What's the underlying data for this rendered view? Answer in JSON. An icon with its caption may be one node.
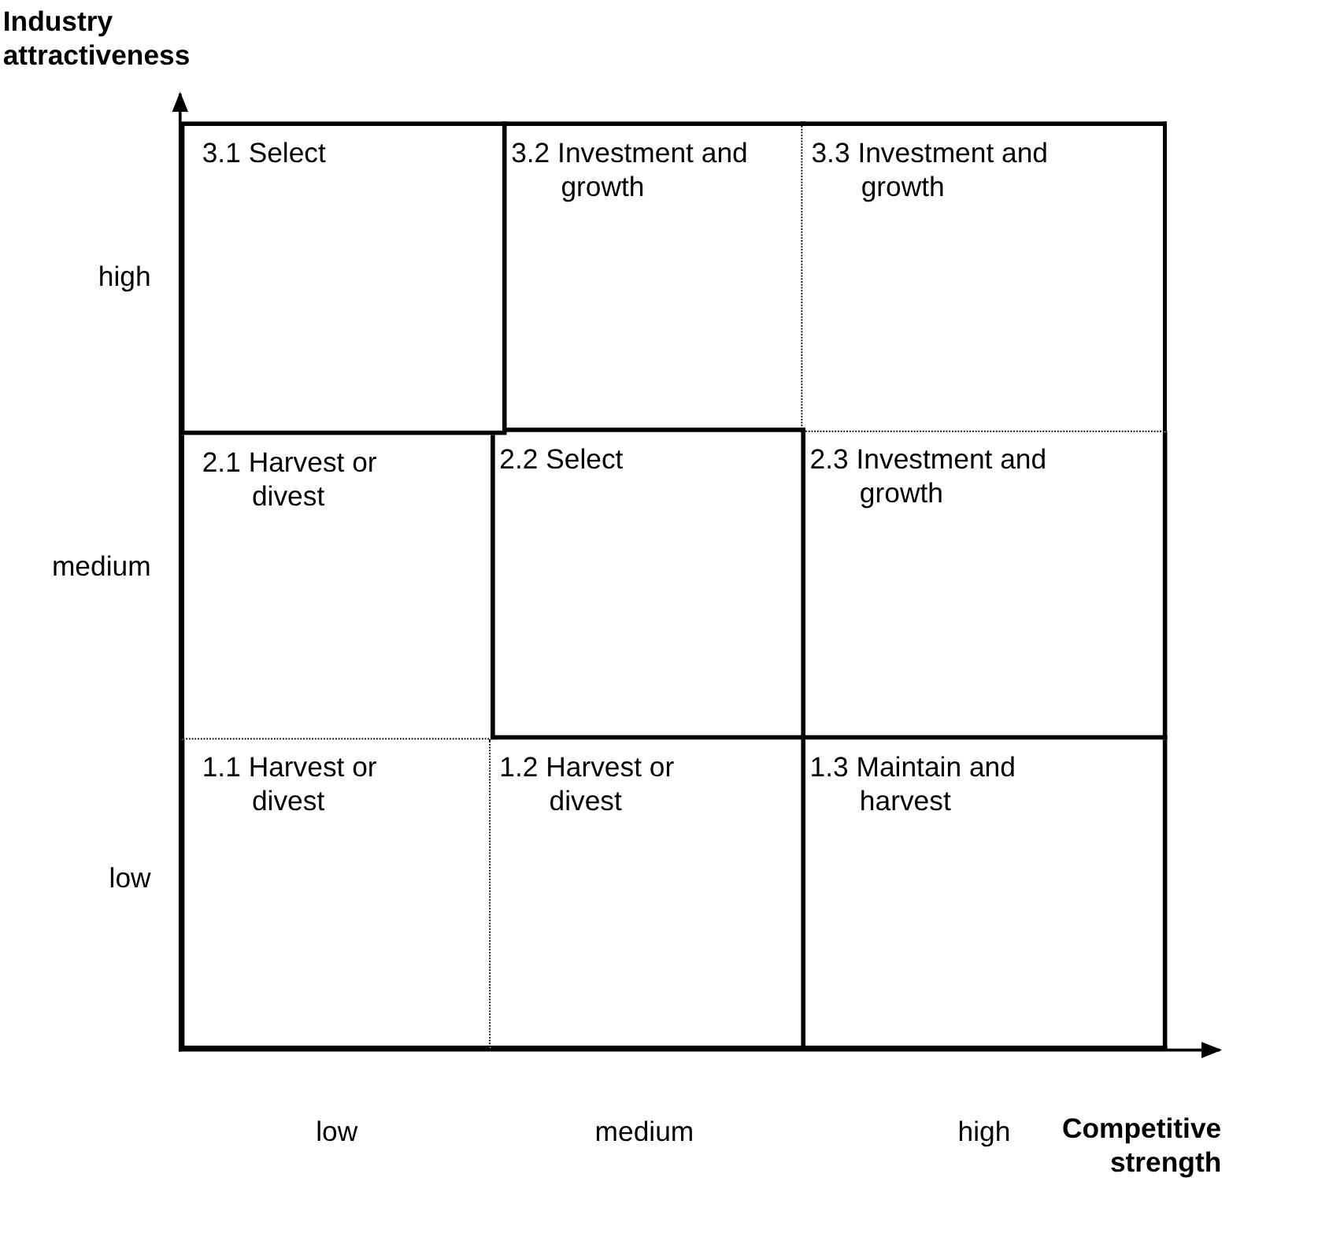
{
  "diagram": {
    "nodes": [
      {
        "text": [
          "3.1 Select"
        ]
      },
      {
        "text": [
          "3.2 Investment and growth"
        ]
      },
      {
        "text": [
          "3.3 Investment and growth"
        ]
      },
      {
        "text": [
          "2.1 Harvest or divest"
        ]
      },
      {
        "text": [
          "2.2 Select"
        ]
      },
      {
        "text": [
          "2.3 Investment and growth"
        ]
      },
      {
        "text": [
          "1.1 Harvest or divest"
        ]
      },
      {
        "text": [
          "1.2 Harvest or divest"
        ]
      },
      {
        "text": [
          "1.3 Maintain and harvest"
        ]
      }
    ],
    "edges": [],
    "labels": [
      "Industry attractiveness",
      "high",
      "medium",
      "low",
      "low",
      "medium",
      "high",
      "Competitive strength"
    ]
  }
}
